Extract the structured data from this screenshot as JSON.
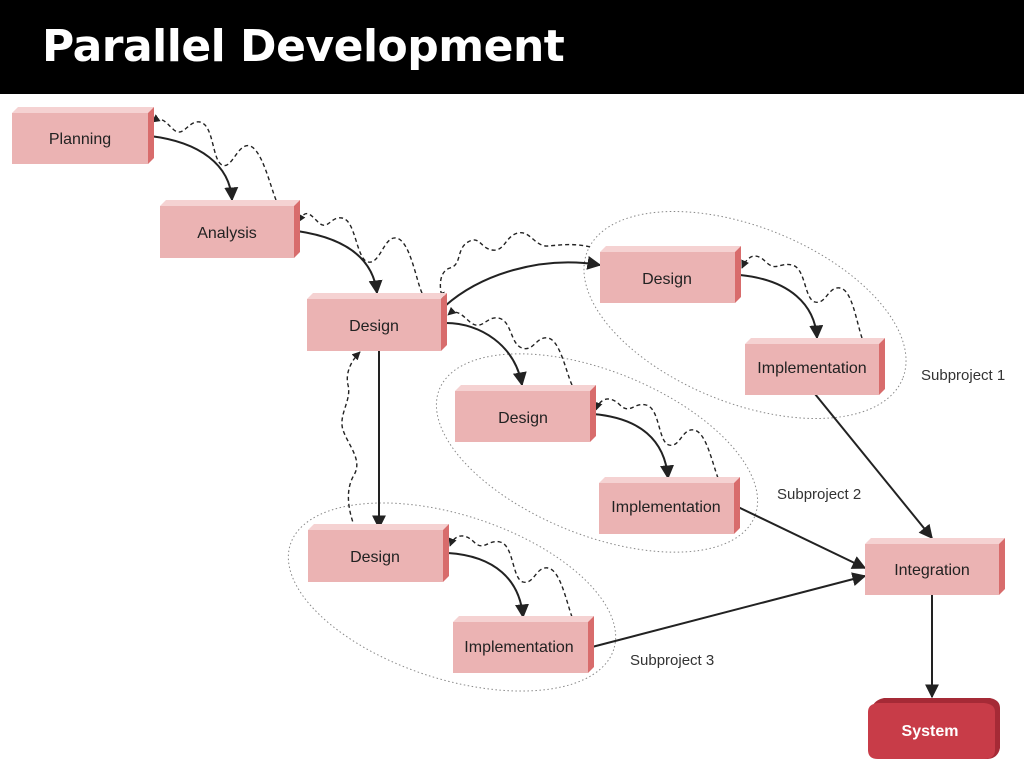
{
  "slide": {
    "title": "Parallel Development"
  },
  "diagram": {
    "boxes": {
      "planning": "Planning",
      "analysis": "Analysis",
      "design_main": "Design",
      "design_sub1": "Design",
      "impl_sub1": "Implementation",
      "design_sub2": "Design",
      "impl_sub2": "Implementation",
      "design_sub3": "Design",
      "impl_sub3": "Implementation",
      "integration": "Integration",
      "system": "System"
    },
    "subprojects": {
      "sub1": "Subproject 1",
      "sub2": "Subproject 2",
      "sub3": "Subproject 3"
    }
  },
  "colors": {
    "box_face": "#ebb3b3",
    "box_top": "#f5d2d2",
    "box_side": "#d86c6c",
    "system_face": "#c83c48",
    "title_bar": "#000000"
  }
}
